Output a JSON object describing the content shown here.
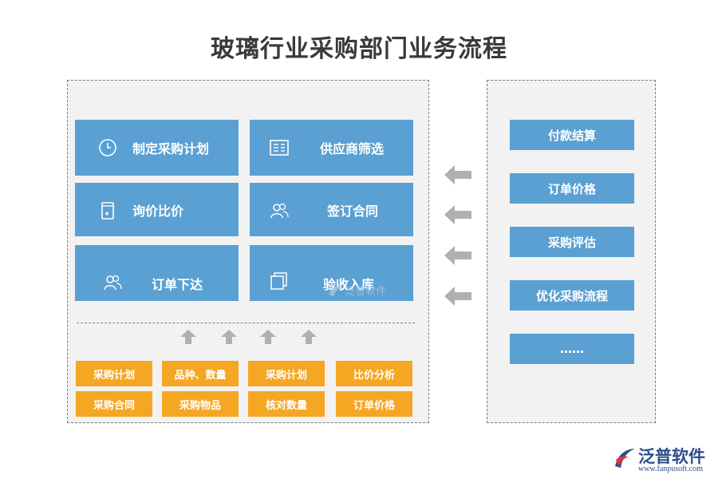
{
  "title": "玻璃行业采购部门业务流程",
  "steps": [
    {
      "label": "制定采购计划",
      "icon": "clock-icon"
    },
    {
      "label": "供应商筛选",
      "icon": "list-card-icon"
    },
    {
      "label": "询价比价",
      "icon": "document-icon"
    },
    {
      "label": "签订合同",
      "icon": "users-icon"
    },
    {
      "label": "订单下达",
      "icon": "users-icon"
    },
    {
      "label": "验收入库",
      "icon": "stacked-pages-icon"
    }
  ],
  "tags": [
    {
      "label": "采购计划"
    },
    {
      "label": "品种、数量"
    },
    {
      "label": "采购计划"
    },
    {
      "label": "比价分析"
    },
    {
      "label": "采购合同"
    },
    {
      "label": "采购物品"
    },
    {
      "label": "核对数量"
    },
    {
      "label": "订单价格"
    }
  ],
  "right_items": [
    {
      "label": "付款结算"
    },
    {
      "label": "订单价格"
    },
    {
      "label": "采购评估"
    },
    {
      "label": "优化采购流程"
    },
    {
      "label": "……"
    }
  ],
  "watermark": "泛普软件",
  "logo": {
    "brand": "泛普软件",
    "url": "www.fanpusoft.com"
  },
  "colors": {
    "step_blue": "#5aa0d2",
    "tag_orange": "#f5a623",
    "arrow_gray": "#b0b0b0",
    "panel_bg": "#f2f2f2"
  }
}
